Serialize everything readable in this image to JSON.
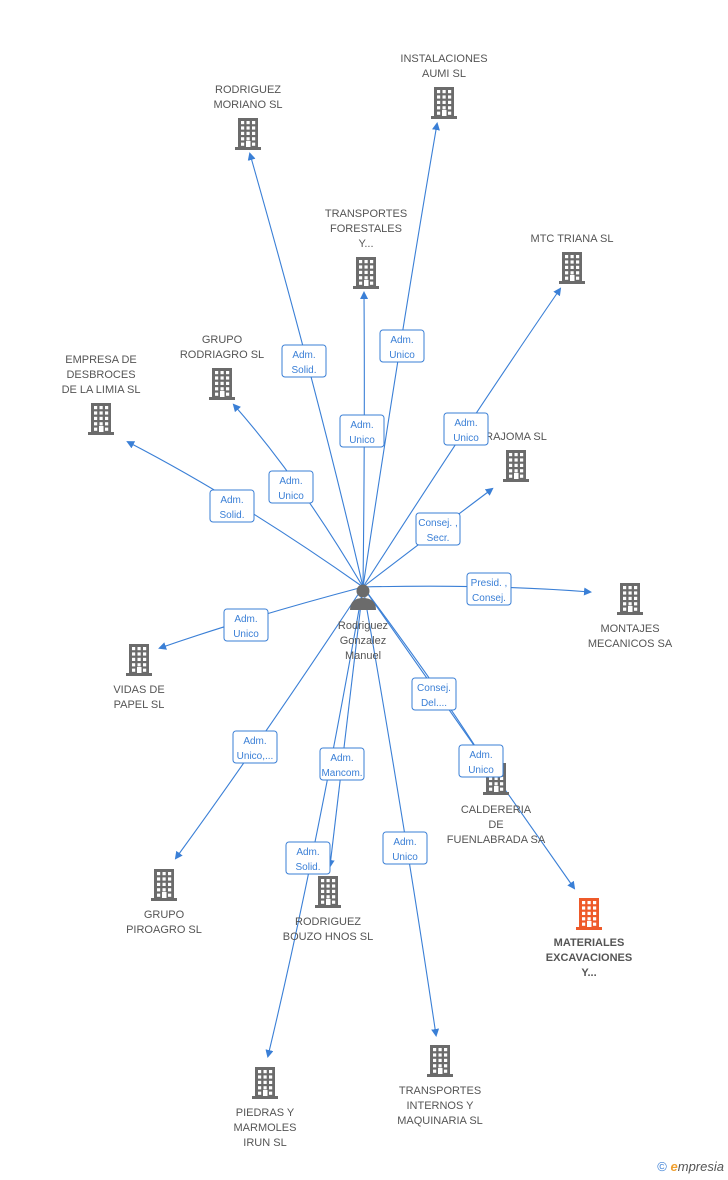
{
  "colors": {
    "edge": "#3a7fd6",
    "building": "#6b6b6b",
    "highlight": "#ee5a2a",
    "person": "#6b6b6b"
  },
  "center": {
    "name_lines": [
      "Rodriguez",
      "Gonzalez",
      "Manuel"
    ],
    "icon": "person-icon"
  },
  "companies": [
    {
      "id": "instalaciones-aumi",
      "lines": [
        "INSTALACIONES",
        "AUMI SL"
      ]
    },
    {
      "id": "rodriguez-moriano",
      "lines": [
        "RODRIGUEZ",
        "MORIANO SL"
      ]
    },
    {
      "id": "transportes-forestales",
      "lines": [
        "TRANSPORTES",
        "FORESTALES",
        "Y..."
      ]
    },
    {
      "id": "mtc-triana",
      "lines": [
        "MTC TRIANA  SL"
      ]
    },
    {
      "id": "grupo-rodriagro",
      "lines": [
        "GRUPO",
        "RODRIAGRO SL"
      ]
    },
    {
      "id": "empresa-desbroces",
      "lines": [
        "EMPRESA DE",
        "DESBROCES",
        "DE LA LIMIA SL"
      ]
    },
    {
      "id": "rajoma",
      "lines": [
        "RAJOMA SL"
      ]
    },
    {
      "id": "montajes-mecanicos",
      "lines": [
        "MONTAJES",
        "MECANICOS SA"
      ]
    },
    {
      "id": "vidas-de-papel",
      "lines": [
        "VIDAS DE",
        "PAPEL SL"
      ]
    },
    {
      "id": "caldereria",
      "lines": [
        "CALDERERIA",
        "DE",
        "FUENLABRADA SA"
      ]
    },
    {
      "id": "materiales-excavaciones",
      "lines": [
        "MATERIALES",
        "EXCAVACIONES",
        "Y..."
      ],
      "highlight": true
    },
    {
      "id": "grupo-piroagro",
      "lines": [
        "GRUPO",
        "PIROAGRO SL"
      ]
    },
    {
      "id": "rodriguez-bouzo",
      "lines": [
        "RODRIGUEZ",
        "BOUZO HNOS SL"
      ]
    },
    {
      "id": "transportes-internos",
      "lines": [
        "TRANSPORTES",
        "INTERNOS Y",
        "MAQUINARIA SL"
      ]
    },
    {
      "id": "piedras-marmoles",
      "lines": [
        "PIEDRAS Y",
        "MARMOLES",
        "IRUN SL"
      ]
    }
  ],
  "edges": [
    {
      "to": "instalaciones-aumi",
      "label_lines": [
        "Adm.",
        "Unico"
      ]
    },
    {
      "to": "rodriguez-moriano",
      "label_lines": [
        "Adm.",
        "Solid."
      ]
    },
    {
      "to": "transportes-forestales",
      "label_lines": [
        "Adm.",
        "Unico"
      ]
    },
    {
      "to": "mtc-triana",
      "label_lines": [
        "Adm.",
        "Unico"
      ]
    },
    {
      "to": "grupo-rodriagro",
      "label_lines": [
        "Adm.",
        "Unico"
      ]
    },
    {
      "to": "empresa-desbroces",
      "label_lines": [
        "Adm.",
        "Solid."
      ]
    },
    {
      "to": "rajoma",
      "label_lines": [
        "Consej. ,",
        "Secr."
      ]
    },
    {
      "to": "montajes-mecanicos",
      "label_lines": [
        "Presid. ,",
        "Consej."
      ]
    },
    {
      "to": "vidas-de-papel",
      "label_lines": [
        "Adm.",
        "Unico"
      ]
    },
    {
      "to": "caldereria",
      "label_lines": [
        "Consej.",
        "Del...."
      ]
    },
    {
      "to": "materiales-excavaciones",
      "label_lines": [
        "Adm.",
        "Unico"
      ]
    },
    {
      "to": "grupo-piroagro",
      "label_lines": [
        "Adm.",
        "Unico,..."
      ]
    },
    {
      "to": "rodriguez-bouzo",
      "label_lines": [
        "Adm.",
        "Mancom."
      ]
    },
    {
      "to": "transportes-internos",
      "label_lines": [
        "Adm.",
        "Unico"
      ]
    },
    {
      "to": "piedras-marmoles",
      "label_lines": [
        "Adm.",
        "Solid."
      ]
    }
  ],
  "footer": {
    "copyright_symbol": "©",
    "brand_initial": "e",
    "brand_rest": "mpresia"
  }
}
